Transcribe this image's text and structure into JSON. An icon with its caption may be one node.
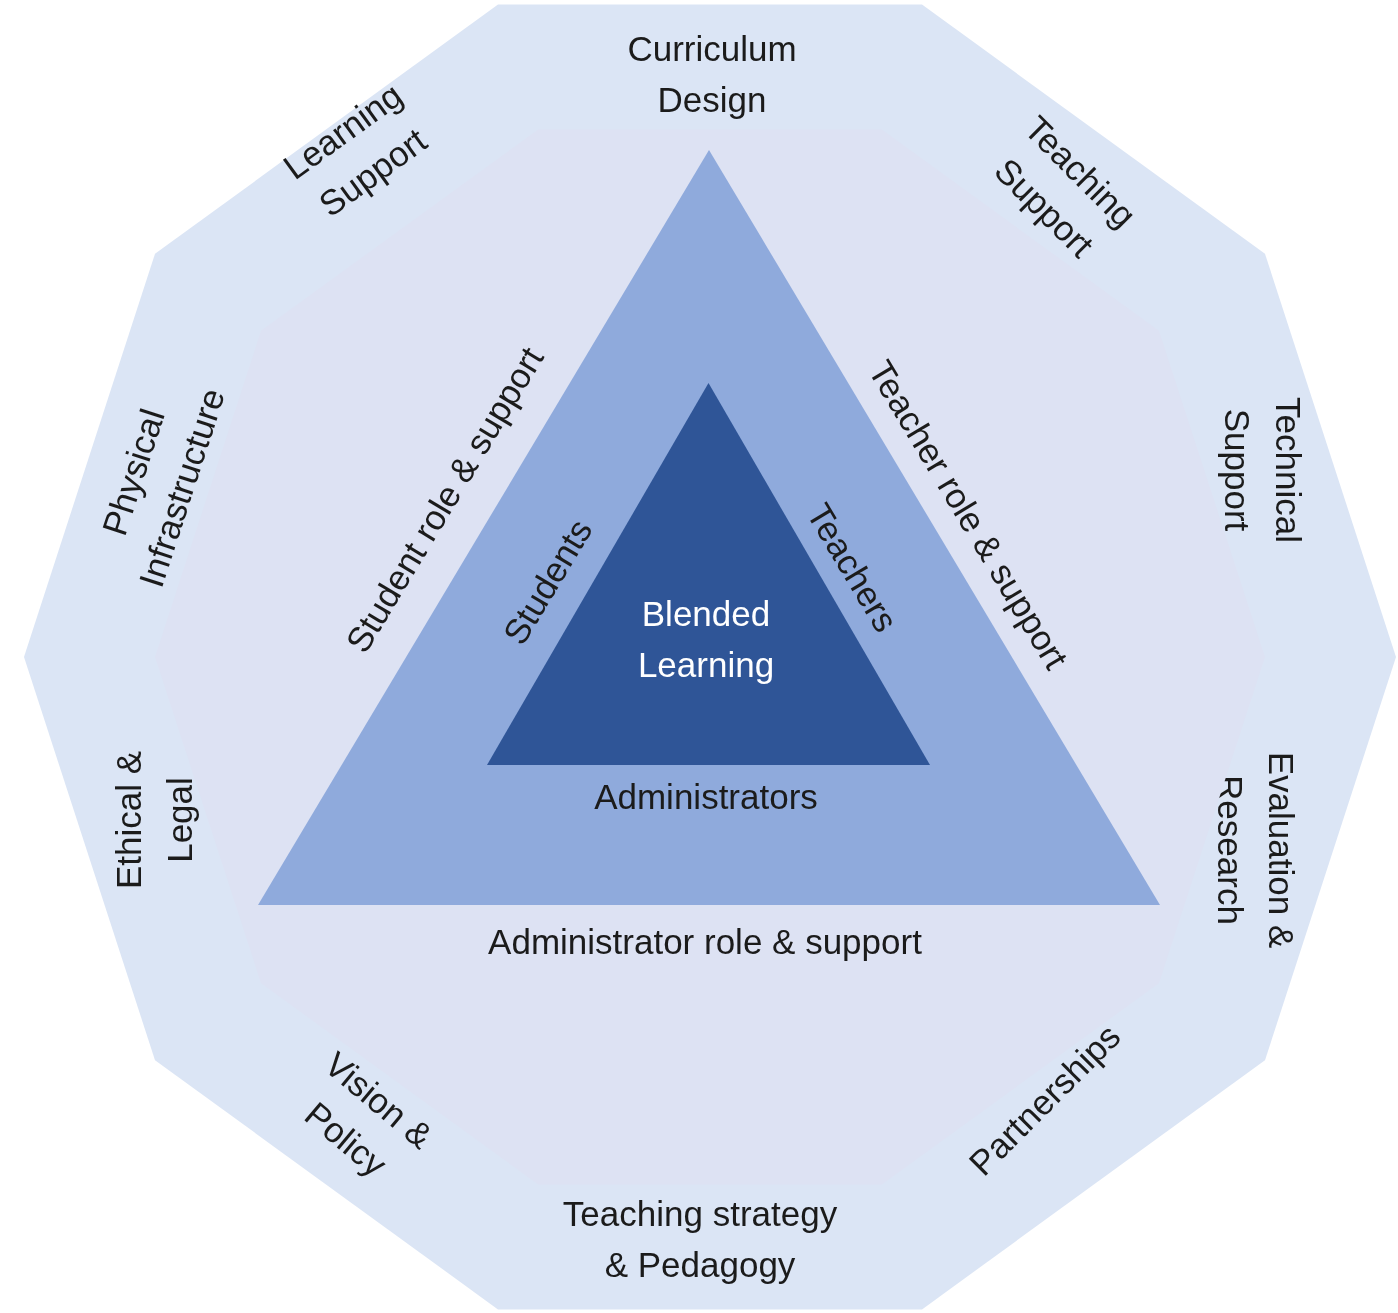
{
  "diagram": {
    "nodes": [
      {
        "text": [
          "Curriculum Design",
          "Teaching Support",
          "Technical Support",
          "Evaluation & Research",
          "Partnerships",
          "Teaching strategy & Pedagogy",
          "Vision & Policy",
          "Ethical & Legal",
          "Physical Infrastructure",
          "Learning Support"
        ]
      },
      {
        "text": [
          "Student role & support",
          "Teacher role & support",
          "Administrator role & support"
        ],
        "in": 0
      },
      {
        "text": [
          "Students",
          "Teachers",
          "Administrators"
        ],
        "in": 1
      },
      {
        "text": [
          "Blended Learning"
        ],
        "in": 2
      }
    ]
  }
}
